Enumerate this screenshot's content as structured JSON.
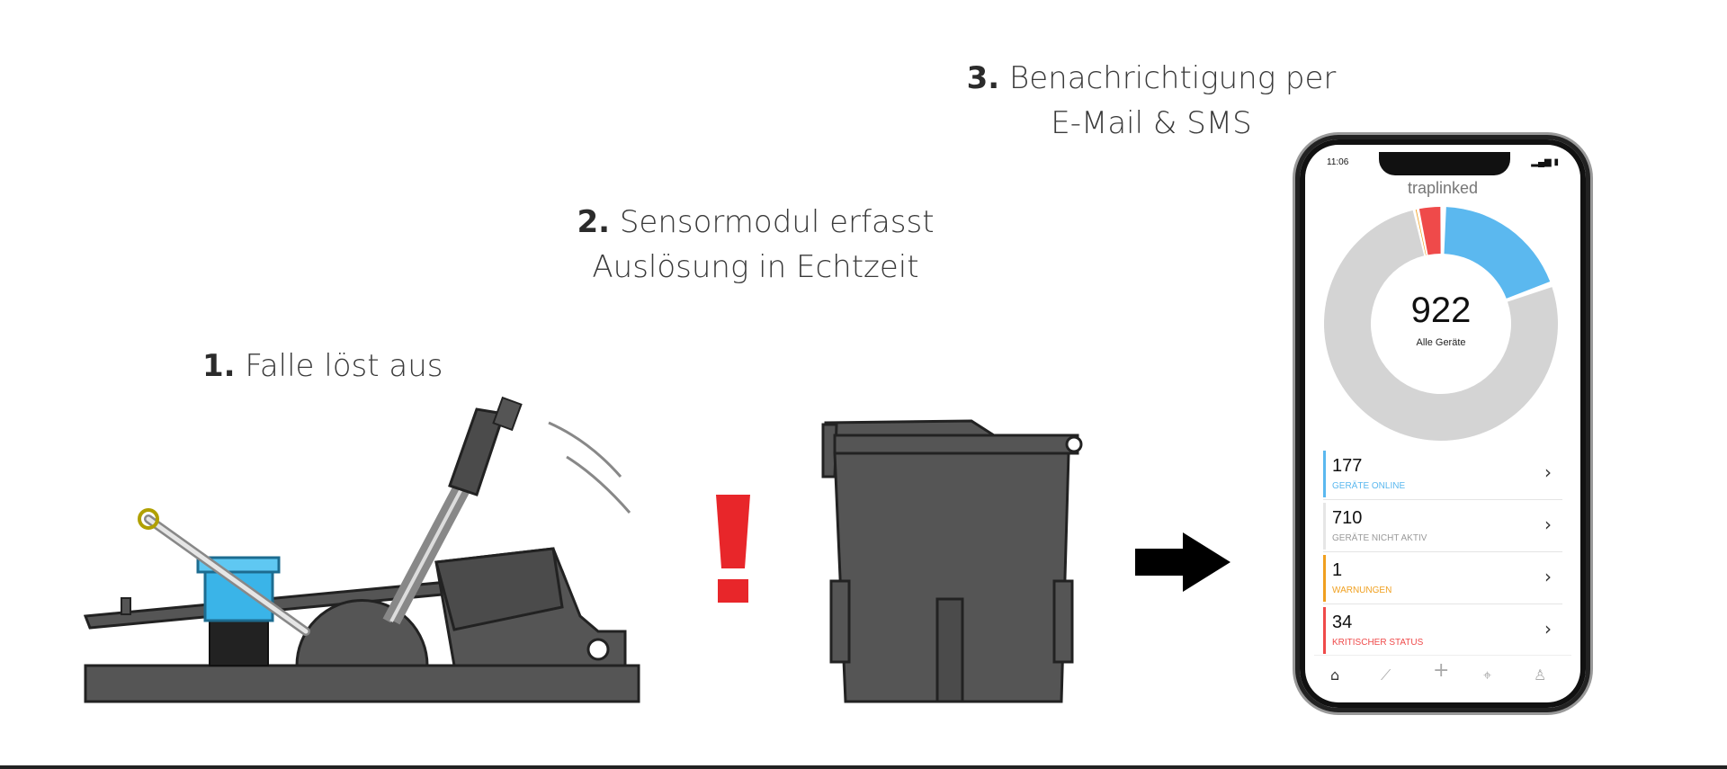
{
  "steps": [
    {
      "number": "1.",
      "text": "Falle löst aus"
    },
    {
      "number": "2.",
      "text_line1": "Sensormodul erfasst",
      "text_line2": "Auslösung in Echtzeit"
    },
    {
      "number": "3.",
      "text_line1": "Benachrichtigung per",
      "text_line2": "E-Mail & SMS"
    }
  ],
  "phone": {
    "time": "11:06",
    "brand": "traplinked",
    "total_value": "922",
    "total_label": "Alle Geräte",
    "donut": {
      "online": 177,
      "inactive": 710,
      "warnings": 1,
      "critical": 34
    },
    "colors": {
      "online": "#5bb8ef",
      "inactive": "#d4d4d4",
      "warnings": "#f0a020",
      "critical": "#ef4a4a"
    },
    "rows": [
      {
        "value": "177",
        "label": "GERÄTE ONLINE",
        "color": "#5bb8ef"
      },
      {
        "value": "710",
        "label": "GERÄTE NICHT AKTIV",
        "color": "#9a9a9a"
      },
      {
        "value": "1",
        "label": "WARNUNGEN",
        "color": "#f0a020"
      },
      {
        "value": "34",
        "label": "KRITISCHER STATUS",
        "color": "#ef4a4a"
      }
    ],
    "tabs": [
      "home-icon",
      "trend-icon",
      "add-icon",
      "location-icon",
      "profile-icon"
    ]
  },
  "exclamation_color": "#e8262a"
}
